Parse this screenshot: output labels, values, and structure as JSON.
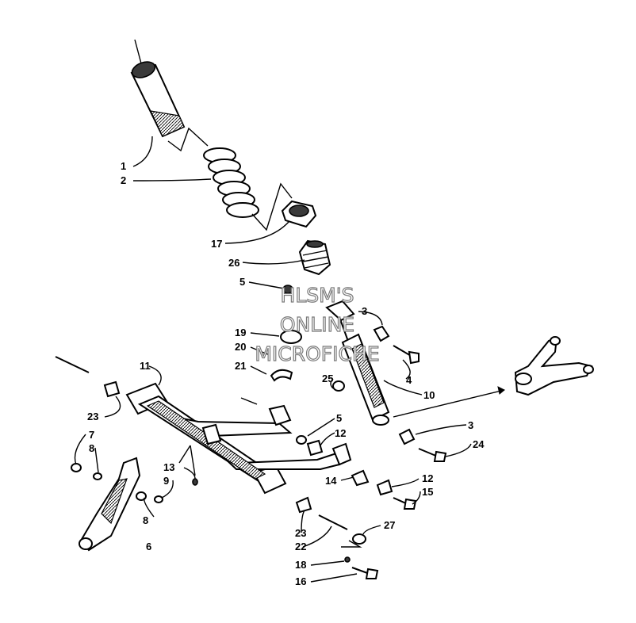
{
  "watermark": {
    "line1": "HLSM'S",
    "line2": "ONLINE",
    "line3": "MICROFICHE"
  },
  "callouts": [
    {
      "id": "c1",
      "text": "1"
    },
    {
      "id": "c2",
      "text": "2"
    },
    {
      "id": "c17",
      "text": "17"
    },
    {
      "id": "c26",
      "text": "26"
    },
    {
      "id": "c5a",
      "text": "5"
    },
    {
      "id": "c3a",
      "text": "3"
    },
    {
      "id": "c19",
      "text": "19"
    },
    {
      "id": "c20",
      "text": "20"
    },
    {
      "id": "c21",
      "text": "21"
    },
    {
      "id": "c4",
      "text": "4"
    },
    {
      "id": "c11",
      "text": "11"
    },
    {
      "id": "c25",
      "text": "25"
    },
    {
      "id": "c10",
      "text": "10"
    },
    {
      "id": "c23a",
      "text": "23"
    },
    {
      "id": "c5b",
      "text": "5"
    },
    {
      "id": "c3b",
      "text": "3"
    },
    {
      "id": "c12a",
      "text": "12"
    },
    {
      "id": "c24",
      "text": "24"
    },
    {
      "id": "c7",
      "text": "7"
    },
    {
      "id": "c8a",
      "text": "8"
    },
    {
      "id": "c13",
      "text": "13"
    },
    {
      "id": "c9",
      "text": "9"
    },
    {
      "id": "c14",
      "text": "14"
    },
    {
      "id": "c12b",
      "text": "12"
    },
    {
      "id": "c15",
      "text": "15"
    },
    {
      "id": "c8b",
      "text": "8"
    },
    {
      "id": "c6",
      "text": "6"
    },
    {
      "id": "c23b",
      "text": "23"
    },
    {
      "id": "c27",
      "text": "27"
    },
    {
      "id": "c22",
      "text": "22"
    },
    {
      "id": "c18",
      "text": "18"
    },
    {
      "id": "c16",
      "text": "16"
    }
  ]
}
